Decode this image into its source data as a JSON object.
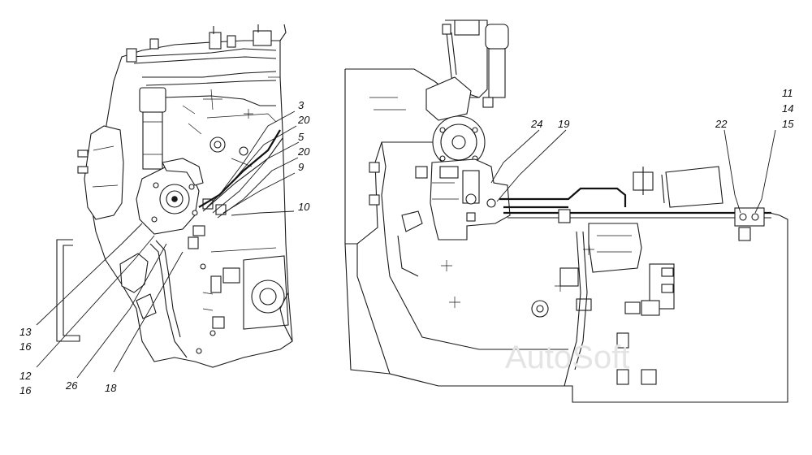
{
  "watermark": "AutoSoft",
  "left_view": {
    "callouts": [
      "3",
      "20",
      "5",
      "20",
      "9",
      "10",
      "13",
      "16",
      "12",
      "16",
      "26",
      "18"
    ]
  },
  "right_view": {
    "callouts": [
      "24",
      "19",
      "22",
      "11",
      "14",
      "15"
    ]
  }
}
